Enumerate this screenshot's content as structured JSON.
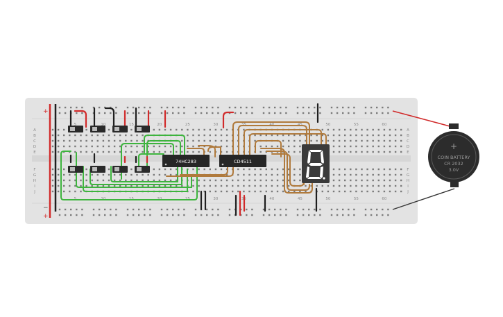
{
  "colors": {
    "board": "#e3e3e3",
    "hole": "#7a7a7a",
    "rail_red": "#d12a2a",
    "rail_black": "#1e1e1e",
    "wire_green": "#3db43d",
    "wire_brown": "#b07a3c",
    "chip": "#262626",
    "display": "#3a3a3a",
    "segment": "#ffffff",
    "battery": "#2c2c2c"
  },
  "breadboard": {
    "column_labels": [
      "5",
      "10",
      "15",
      "20",
      "25",
      "30",
      "35",
      "40",
      "45",
      "50",
      "55",
      "60"
    ],
    "row_labels_top": [
      "A",
      "B",
      "C",
      "D",
      "E"
    ],
    "row_labels_bottom": [
      "F",
      "G",
      "H",
      "I",
      "J"
    ],
    "rail_plus": "+",
    "rail_minus": "−"
  },
  "chips": {
    "adder": "74HC283",
    "decoder": "CD4511"
  },
  "display": {
    "digit": "8."
  },
  "battery": {
    "line1": "COIN BATTERY",
    "line2": "CR 2032",
    "line3": "3.0V",
    "plus": "+"
  },
  "switches": {
    "top_count": 4,
    "bottom_count": 4
  }
}
